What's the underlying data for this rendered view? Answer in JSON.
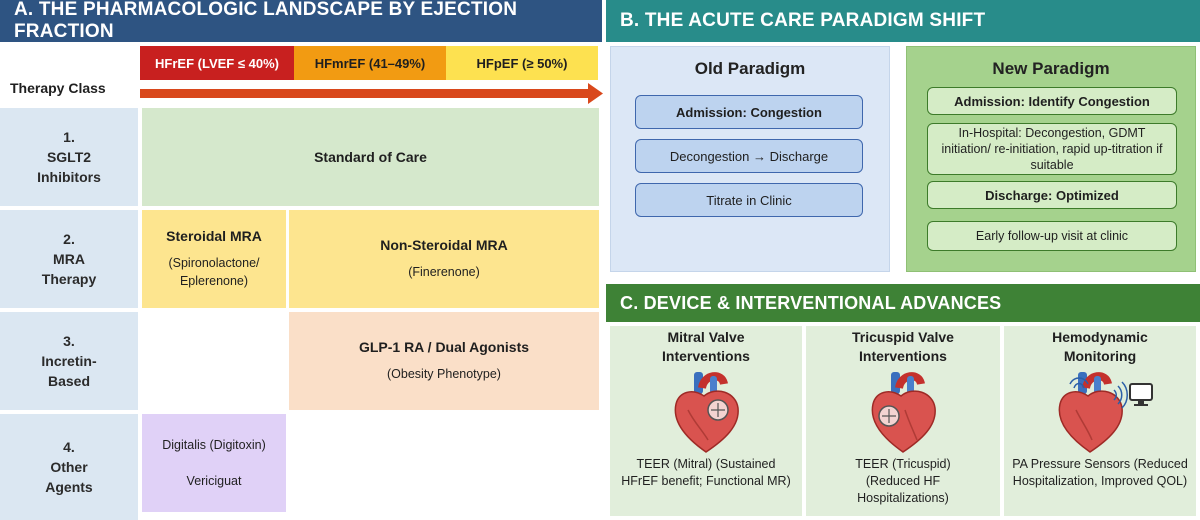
{
  "section_a": {
    "header": "A. THE PHARMACOLOGIC LANDSCAPE BY EJECTION FRACTION",
    "ef_categories": [
      "HFrEF (LVEF ≤ 40%)",
      "HFmrEF (41–49%)",
      "HFpEF (≥ 50%)"
    ],
    "therapy_class_label": "Therapy Class",
    "rows": [
      {
        "lines": [
          "1.",
          "SGLT2",
          "Inhibitors"
        ]
      },
      {
        "lines": [
          "2.",
          "MRA",
          "Therapy"
        ]
      },
      {
        "lines": [
          "3.",
          "Incretin-",
          "Based"
        ]
      },
      {
        "lines": [
          "4.",
          "Other",
          "Agents"
        ]
      }
    ],
    "cells": {
      "standard_of_care": "Standard of Care",
      "steroidal_mra_title": "Steroidal MRA",
      "steroidal_mra_sub": "(Spironolactone/ Eplerenone)",
      "nonsteroidal_mra_title": "Non-Steroidal MRA",
      "nonsteroidal_mra_sub": "(Finerenone)",
      "glp1_title": "GLP-1 RA / Dual Agonists",
      "glp1_sub": "(Obesity Phenotype)",
      "other_1": "Digitalis (Digitoxin)",
      "other_2": "Vericiguat"
    },
    "colors": {
      "header": "#2e5482",
      "hfref": "#c8201f",
      "hfmref": "#f29b12",
      "hfpef": "#fde150",
      "arrow": "#d9481c"
    }
  },
  "section_b": {
    "header": "B. THE ACUTE CARE PARADIGM SHIFT",
    "old_title": "Old Paradigm",
    "old_steps": [
      "Admission: Congestion",
      "Decongestion → Discharge",
      "Titrate in Clinic"
    ],
    "new_title": "New Paradigm",
    "new_steps": [
      "Admission: Identify Congestion",
      "In-Hospital: Decongestion, GDMT initiation/ re-initiation, rapid up-titration if suitable",
      "Discharge: Optimized",
      "Early follow-up visit at clinic"
    ],
    "colors": {
      "header": "#288c8a"
    }
  },
  "section_c": {
    "header": "C. DEVICE & INTERVENTIONAL ADVANCES",
    "devices": [
      {
        "title": "Mitral Valve Interventions",
        "caption": "TEER (Mitral) (Sustained HFrEF benefit; Functional MR)",
        "icon": "heart-mitral-icon"
      },
      {
        "title": "Tricuspid Valve Interventions",
        "caption": "TEER (Tricuspid) (Reduced HF Hospitalizations)",
        "icon": "heart-tricuspid-icon"
      },
      {
        "title": "Hemodynamic Monitoring",
        "caption": "PA Pressure Sensors (Reduced Hospitalization, Improved QOL)",
        "icon": "heart-sensor-icon"
      }
    ],
    "colors": {
      "header": "#3e8236"
    }
  }
}
